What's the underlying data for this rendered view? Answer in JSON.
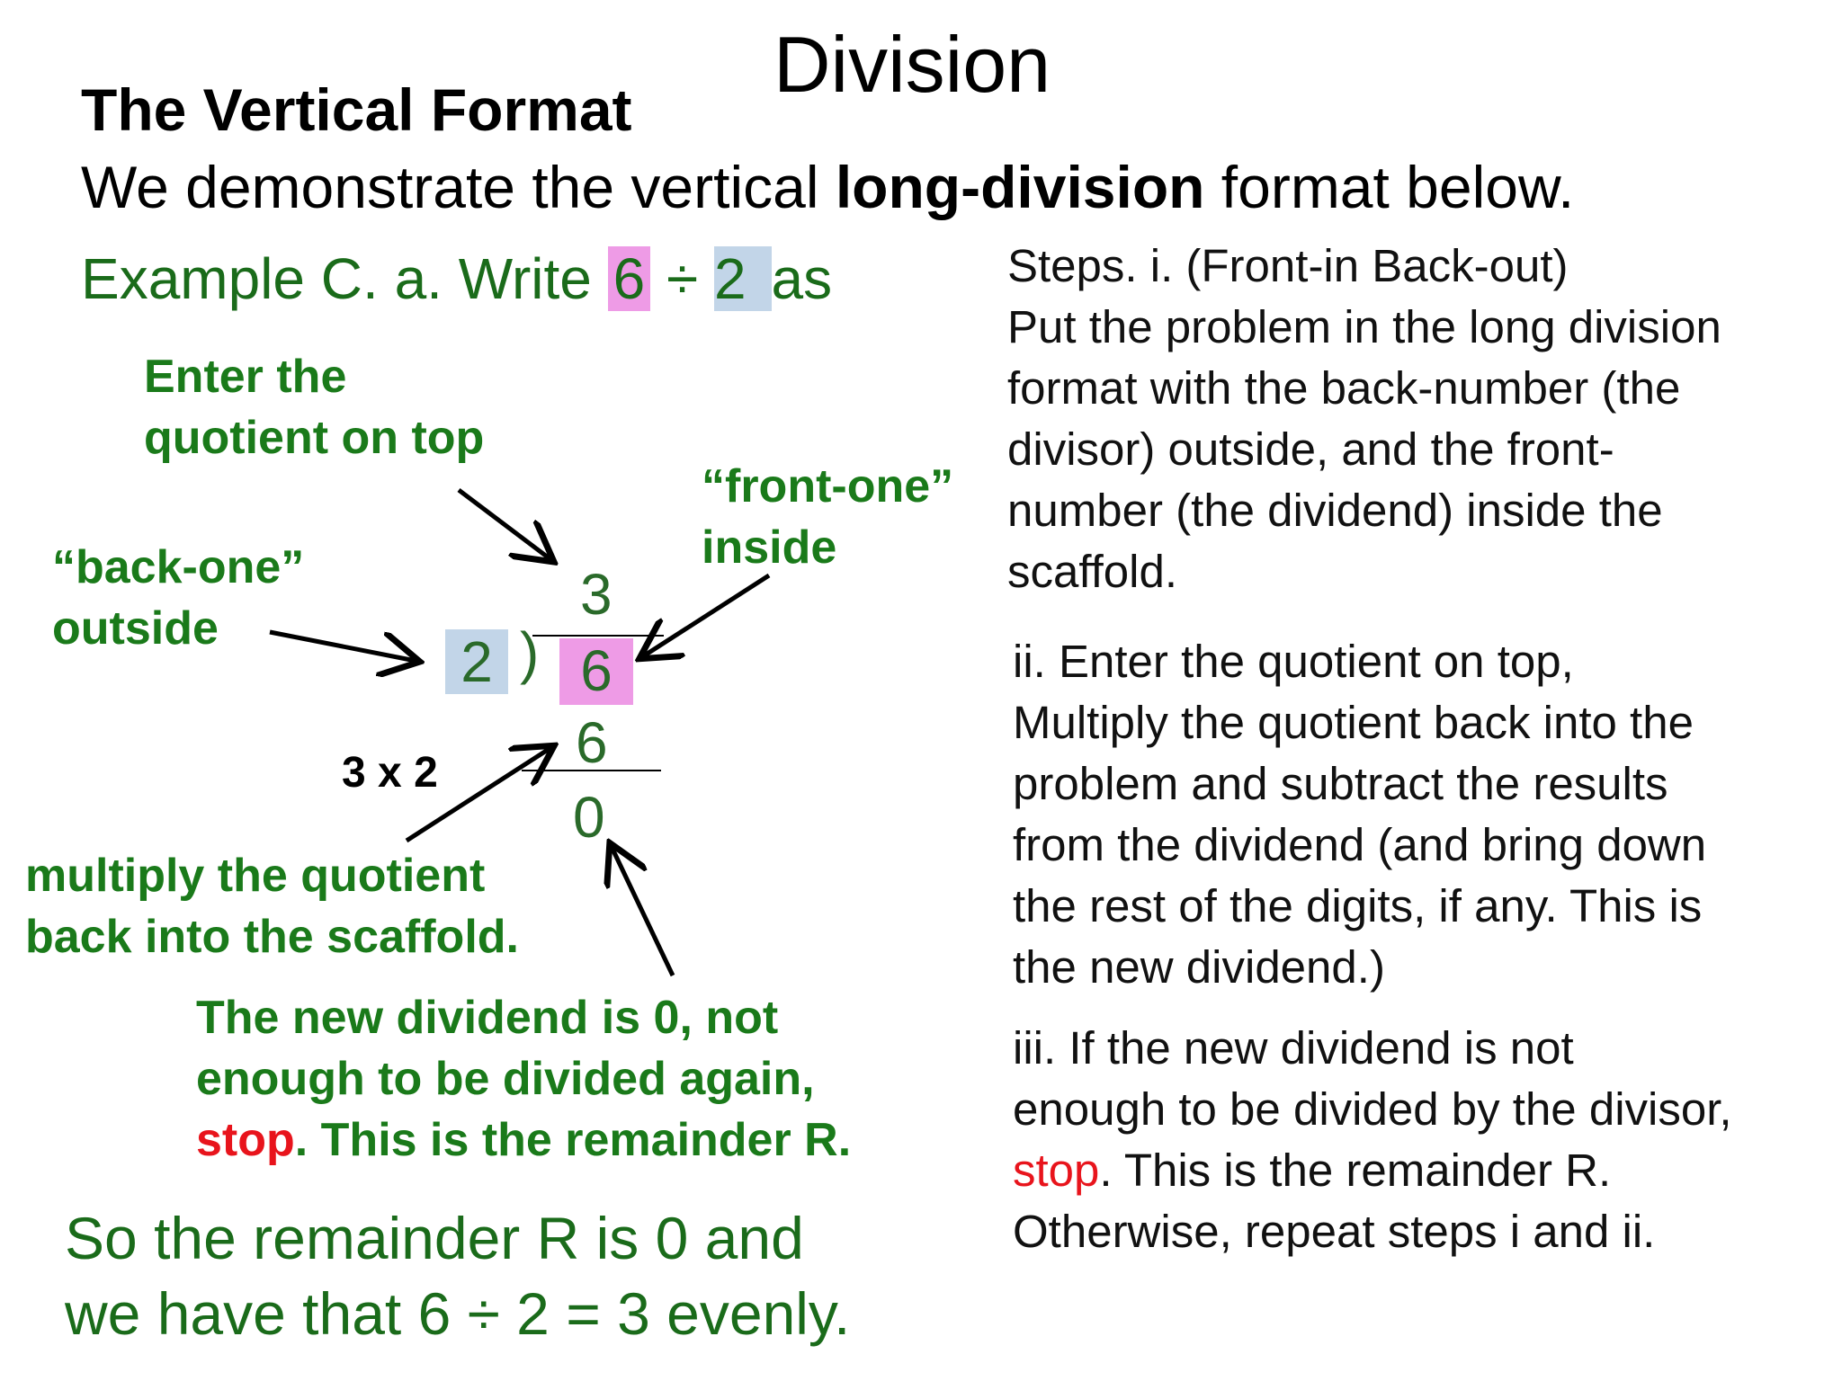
{
  "title": "Division",
  "subtitle": "The Vertical Format",
  "intro": {
    "pre": "We demonstrate the vertical ",
    "bold": "long-division",
    "post": " format below."
  },
  "example": {
    "prefix": "Example C. a. Write ",
    "dividend": "6",
    "op": " ÷ ",
    "divisor": "2",
    "suffix": "as"
  },
  "scaffold": {
    "quotient": "3",
    "divisor": "2",
    "bracket": ")",
    "dividend": "6",
    "product": "6",
    "remainder": "0"
  },
  "callouts": {
    "quotient_top": [
      "Enter the",
      "quotient on top"
    ],
    "front_one": [
      "“front-one”",
      "inside"
    ],
    "back_one": [
      "“back-one”",
      "outside"
    ],
    "times": "3 x 2",
    "multiply": [
      "multiply the quotient",
      "back into the scaffold."
    ],
    "new_dividend": {
      "line1": "The new dividend is 0, not",
      "line2": "enough to be divided again,",
      "stop": "stop",
      "line3_rest": ". This is the remainder R."
    }
  },
  "steps": {
    "i": [
      "Steps. i.  (Front-in Back-out)",
      "Put the problem in the long division",
      "format with the back-number (the",
      "divisor) outside, and the front-",
      "number (the dividend) inside the",
      "scaffold."
    ],
    "ii": [
      "ii. Enter the quotient on top,",
      "Multiply the quotient back into the",
      "problem and subtract the results",
      "from the dividend (and bring down",
      "the rest of the digits, if any. This is",
      "the new dividend.)"
    ],
    "iii": {
      "line1": "iii. If the new dividend is not",
      "line2": "enough to be divided by the divisor,",
      "stop": "stop",
      "line3_rest": ". This is the remainder R.",
      "line4": "Otherwise, repeat steps i and ii."
    }
  },
  "conclusion": [
    "So the remainder R is 0 and",
    "we have that 6 ÷ 2 = 3  evenly."
  ],
  "colors": {
    "green": "#1a6b1a",
    "red": "#e8141c",
    "pink_highlight": "#ee9be6",
    "blue_highlight": "#c2d5e8"
  }
}
